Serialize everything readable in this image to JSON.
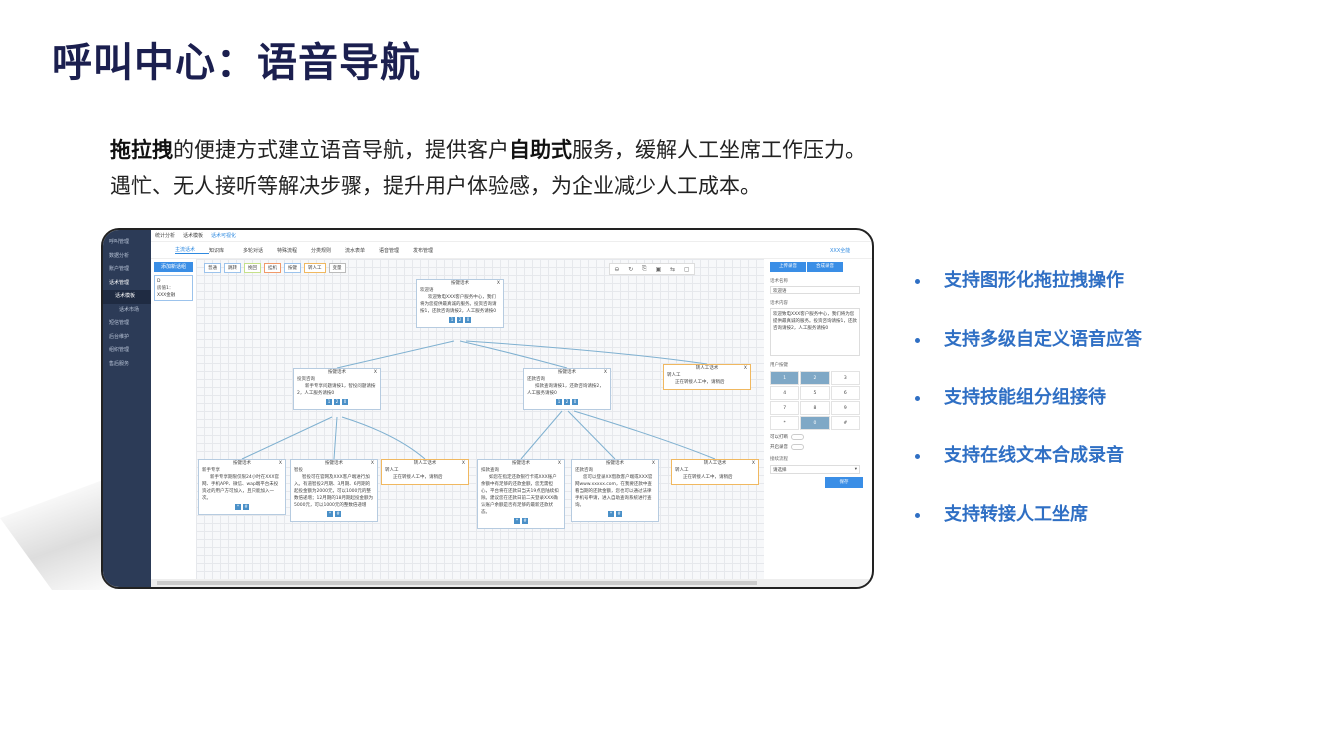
{
  "title": "呼叫中心：语音导航",
  "subtitle": {
    "l1_b1": "拖拉拽",
    "l1_t1": "的便捷方式建立语音导航，提供客户",
    "l1_b2": "自助式",
    "l1_t2": "服务，缓解人工坐席工作压力。",
    "l2": "遇忙、无人接听等解决步骤，提升用户体验感，为企业减少人工成本。"
  },
  "bullets": [
    "支持图形化拖拉拽操作",
    "支持多级自定义语音应答",
    "支持技能组分组接待",
    "支持在线文本合成录音",
    "支持转接人工坐席"
  ],
  "app": {
    "sidebar": [
      "呼叫管理",
      "数据分析",
      "账户管理",
      "话术管理",
      "话术模板",
      "话术市场",
      "短信管理",
      "后台维护",
      "组织管理",
      "售后服务"
    ],
    "tabs": [
      "统计分析",
      "话术模板",
      "话术可视化"
    ],
    "nav": [
      "主流话术",
      "知识库",
      "多轮对话",
      "特殊流程",
      "分类规则",
      "流水表单",
      "语音管理",
      "发布管理"
    ],
    "user": "XXX全能",
    "add_button": "添加新话组",
    "note": {
      "line1": "D",
      "line2": "房值1：",
      "line3": "XXX金融"
    },
    "tools": [
      "普通",
      "跳转",
      "挽回",
      "挂机",
      "按键",
      "转人工",
      "变量"
    ],
    "icons": [
      "zoom-out",
      "refresh",
      "export",
      "save",
      "swap",
      "delete"
    ],
    "nodes": [
      {
        "h": "按键话术",
        "s": "欢迎语",
        "t": "欢迎致电XXX客户服务中心，我们将为您提供最真诚的服务。投资咨询请按1，还款咨询请按2，人工服务请按0",
        "b": [
          "1",
          "2",
          "0"
        ]
      },
      {
        "h": "按键话术",
        "s": "投资咨询",
        "t": "新手专享问题请按1，智投问题请按2，人工服务请按0",
        "b": [
          "1",
          "2",
          "0"
        ]
      },
      {
        "h": "按键话术",
        "s": "还款咨询",
        "t": "扣款查询请按1，还款咨询请按2，人工服务请按0",
        "b": [
          "1",
          "2",
          "0"
        ]
      },
      {
        "h": "转人工话术",
        "s": "转人工",
        "t": "正在转接人工中，请稍后"
      },
      {
        "h": "按键话术",
        "s": "新手专享",
        "t": "新手专享期限仅限24小时在XXX官网、手机APP、微信、wap端平台未投资过的用户方可加入，且只能加入一次。",
        "b": [
          "*",
          "#"
        ]
      },
      {
        "h": "按键话术",
        "s": "智投",
        "t": "智投可在官网及XXX客户端进行加入。有道智投2月期、3月期、6月期的起投金额为2000元，可以1000元的整数倍递增；12月期的18月期起投金额为5000元，可以1000元的整数倍递增",
        "b": [
          "*",
          "#"
        ]
      },
      {
        "h": "转人工话术",
        "s": "转人工",
        "t": "正在转接人工中，请稍后"
      },
      {
        "h": "按键话术",
        "s": "扣款查询",
        "t": "如您在指定还款银行卡或XXX账户余额中有足够的还款金额，您无需担心，平台将在还款日当天19点后陆续扣除。建议您在还款日前二天登录XXX确认账户余额是否有足够的最新还款状态。",
        "b": [
          "*",
          "#"
        ]
      },
      {
        "h": "按键话术",
        "s": "还款咨询",
        "t": "您可以登录XX借款客户端或XXX官网www.xxxxx.com，在我要还款中查看当期的还款金额，您也可以通过法律手机号申请，进入自助查询系统进行查询。",
        "b": [
          "*",
          "#"
        ]
      },
      {
        "h": "转人工话术",
        "s": "转人工",
        "t": "正在转接人工中，请稍后"
      }
    ],
    "panel": {
      "upload": "上传录音",
      "synth": "合成录音",
      "name_label": "话术名称",
      "name_value": "欢迎语",
      "content_label": "话术内容",
      "content_value": "欢迎致电XXX客户服务中心，我们将为您提供最真诚的服务。投资咨询请按1，还款咨询请按2，人工服务请按0",
      "keys_label": "用户按键",
      "keys": [
        "1",
        "2",
        "3",
        "4",
        "5",
        "6",
        "7",
        "8",
        "9",
        "*",
        "0",
        "#"
      ],
      "interrupt": "可以打断",
      "record": "开启录音",
      "flow_label": "接续流程",
      "flow_value": "请选择",
      "save": "保存"
    }
  },
  "colors": {
    "title": "#1b1f4f",
    "bullet": "#2f6fc4",
    "sidebar": "#2c3b57",
    "accent": "#3a8ee6"
  }
}
